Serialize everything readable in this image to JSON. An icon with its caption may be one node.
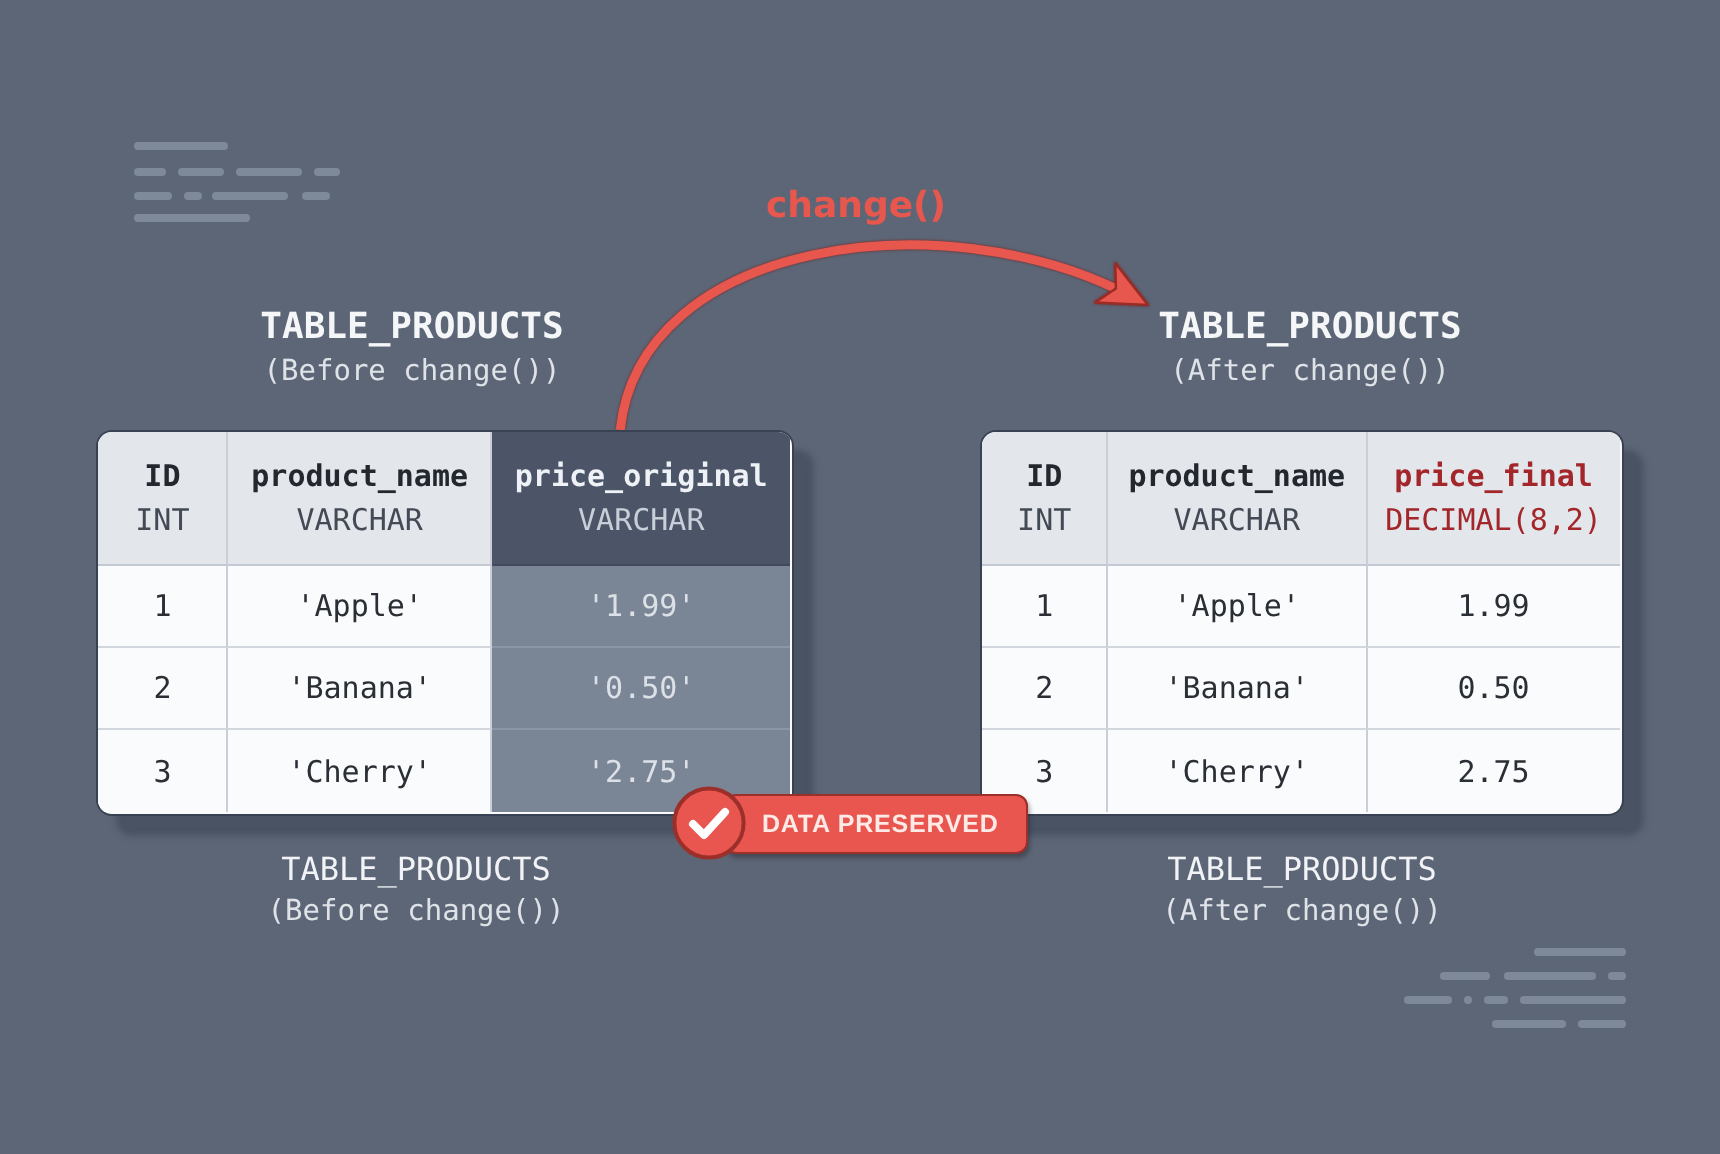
{
  "diagram": {
    "nodes": [
      {
        "text": [
          "TABLE_PRODUCTS",
          "(Before change())",
          "ID",
          "INT",
          "product_name",
          "VARCHAR",
          "price_original",
          "VARCHAR",
          "1",
          "'Apple'",
          "'1.99'",
          "2",
          "'Banana'",
          "'0.50'",
          "3",
          "'Cherry'",
          "'2.75'"
        ],
        "beside": [
          "TABLE_PRODUCTS",
          "(Before change())"
        ]
      },
      {
        "text": [
          "TABLE_PRODUCTS",
          "(After change())",
          "ID",
          "INT",
          "product_name",
          "VARCHAR",
          "price_final",
          "DECIMAL(8,2)",
          "1",
          "'Apple'",
          "1.99",
          "2",
          "'Banana'",
          "0.50",
          "3",
          "'Cherry'",
          "2.75"
        ],
        "beside": [
          "TABLE_PRODUCTS",
          "(After change())"
        ]
      },
      {
        "text": [
          "DATA PRESERVED"
        ]
      }
    ],
    "edges": [
      {
        "from": 0,
        "to": 1,
        "arrow": "to",
        "label": "change()",
        "color": "#e8574e"
      }
    ]
  }
}
